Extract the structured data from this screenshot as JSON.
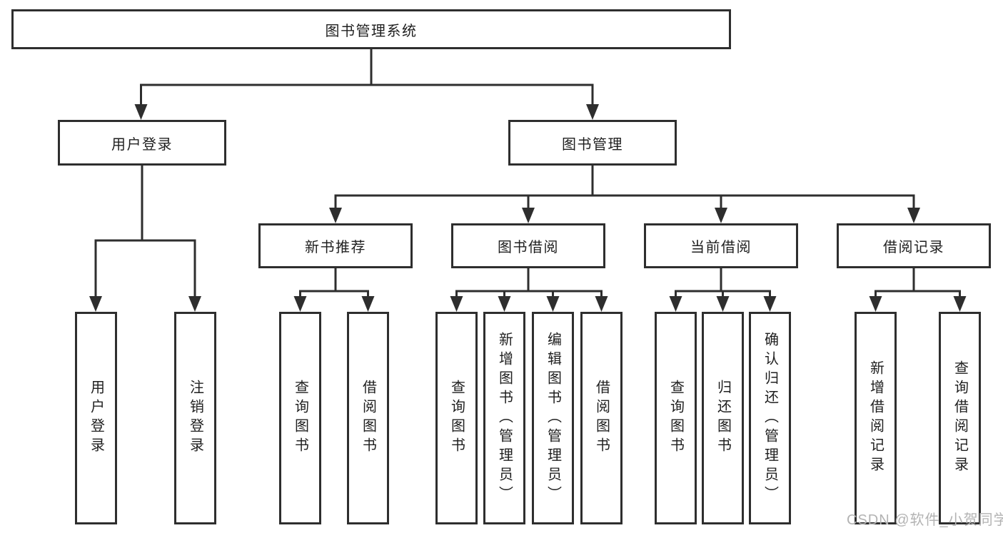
{
  "root": {
    "label": "图书管理系统"
  },
  "level2": [
    {
      "label": "用户登录"
    },
    {
      "label": "图书管理"
    }
  ],
  "level3": [
    {
      "label": "新书推荐",
      "parent": "图书管理"
    },
    {
      "label": "图书借阅",
      "parent": "图书管理"
    },
    {
      "label": "当前借阅",
      "parent": "图书管理"
    },
    {
      "label": "借阅记录",
      "parent": "图书管理"
    }
  ],
  "leaves": [
    {
      "label": "用户登录",
      "parent": "用户登录"
    },
    {
      "label": "注销登录",
      "parent": "用户登录"
    },
    {
      "label": "查询图书",
      "parent": "新书推荐"
    },
    {
      "label": "借阅图书",
      "parent": "新书推荐"
    },
    {
      "label": "查询图书",
      "parent": "图书借阅"
    },
    {
      "label": "新增图书（管理员）",
      "parent": "图书借阅"
    },
    {
      "label": "编辑图书（管理员）",
      "parent": "图书借阅"
    },
    {
      "label": "借阅图书",
      "parent": "图书借阅"
    },
    {
      "label": "查询图书",
      "parent": "当前借阅"
    },
    {
      "label": "归还图书",
      "parent": "当前借阅"
    },
    {
      "label": "确认归还（管理员）",
      "parent": "当前借阅"
    },
    {
      "label": "新增借阅记录",
      "parent": "借阅记录"
    },
    {
      "label": "查询借阅记录",
      "parent": "借阅记录"
    }
  ],
  "watermark": "CSDN @软件_小贺同学",
  "colors": {
    "line": "#2e2e2e",
    "text": "#1f1f1f",
    "watermark": "#b3b3b3",
    "background": "#ffffff"
  }
}
